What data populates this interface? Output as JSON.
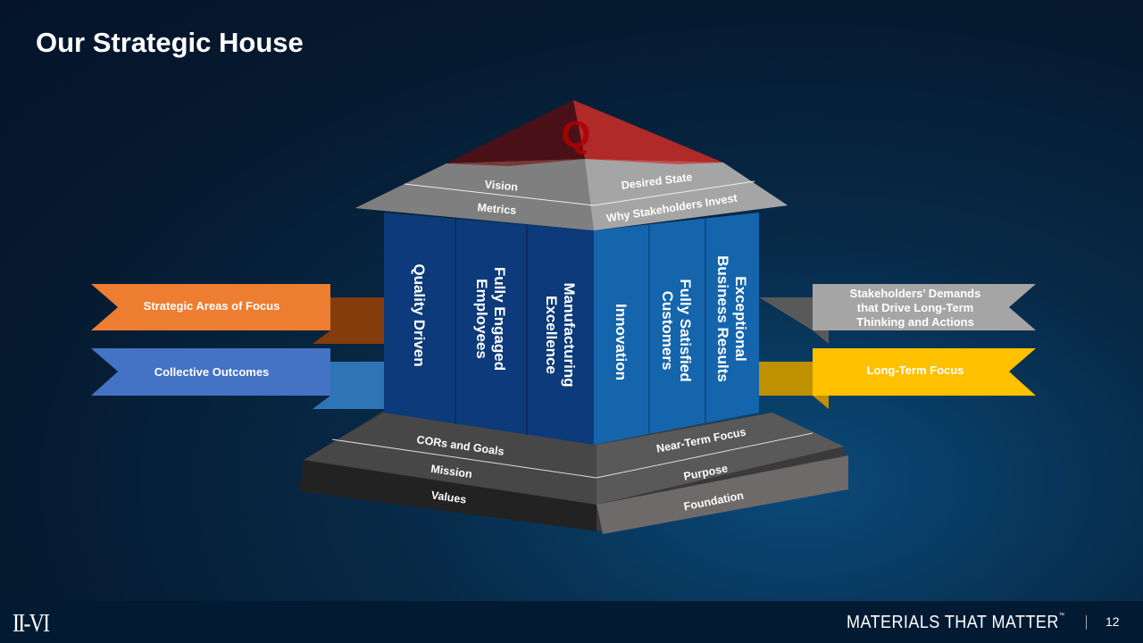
{
  "slide": {
    "title": "Our Strategic House",
    "page_number": "12"
  },
  "footer": {
    "logo": "II-VI",
    "tagline": "MATERIALS THAT MATTER",
    "trademark": "™"
  },
  "roof": {
    "apex_letter": "Q",
    "left_upper": "Vision",
    "left_lower": "Metrics",
    "right_upper": "Desired State",
    "right_lower": "Why Stakeholders Invest"
  },
  "pillars": [
    {
      "label": "Quality Driven"
    },
    {
      "label": "Fully Engaged Employees"
    },
    {
      "label": "Manufacturing Excellence"
    },
    {
      "label": "Innovation"
    },
    {
      "label": "Fully Satisfied Customers"
    },
    {
      "label": "Exceptional Business Results"
    }
  ],
  "base": {
    "left_top": "CORs and Goals",
    "left_mid": "Mission",
    "left_bottom": "Values",
    "right_top": "Near-Term Focus",
    "right_mid": "Purpose",
    "right_bottom": "Foundation"
  },
  "banners": {
    "left": [
      {
        "label": "Strategic Areas of Focus",
        "color": "#ED7D31"
      },
      {
        "label": "Collective Outcomes",
        "color": "#4472C4"
      }
    ],
    "right": [
      {
        "label": "Stakeholders’ Demands that Drive Long-Term Thinking and Actions",
        "color": "#A5A5A5"
      },
      {
        "label": "Long-Term Focus",
        "color": "#FFC000"
      }
    ]
  }
}
